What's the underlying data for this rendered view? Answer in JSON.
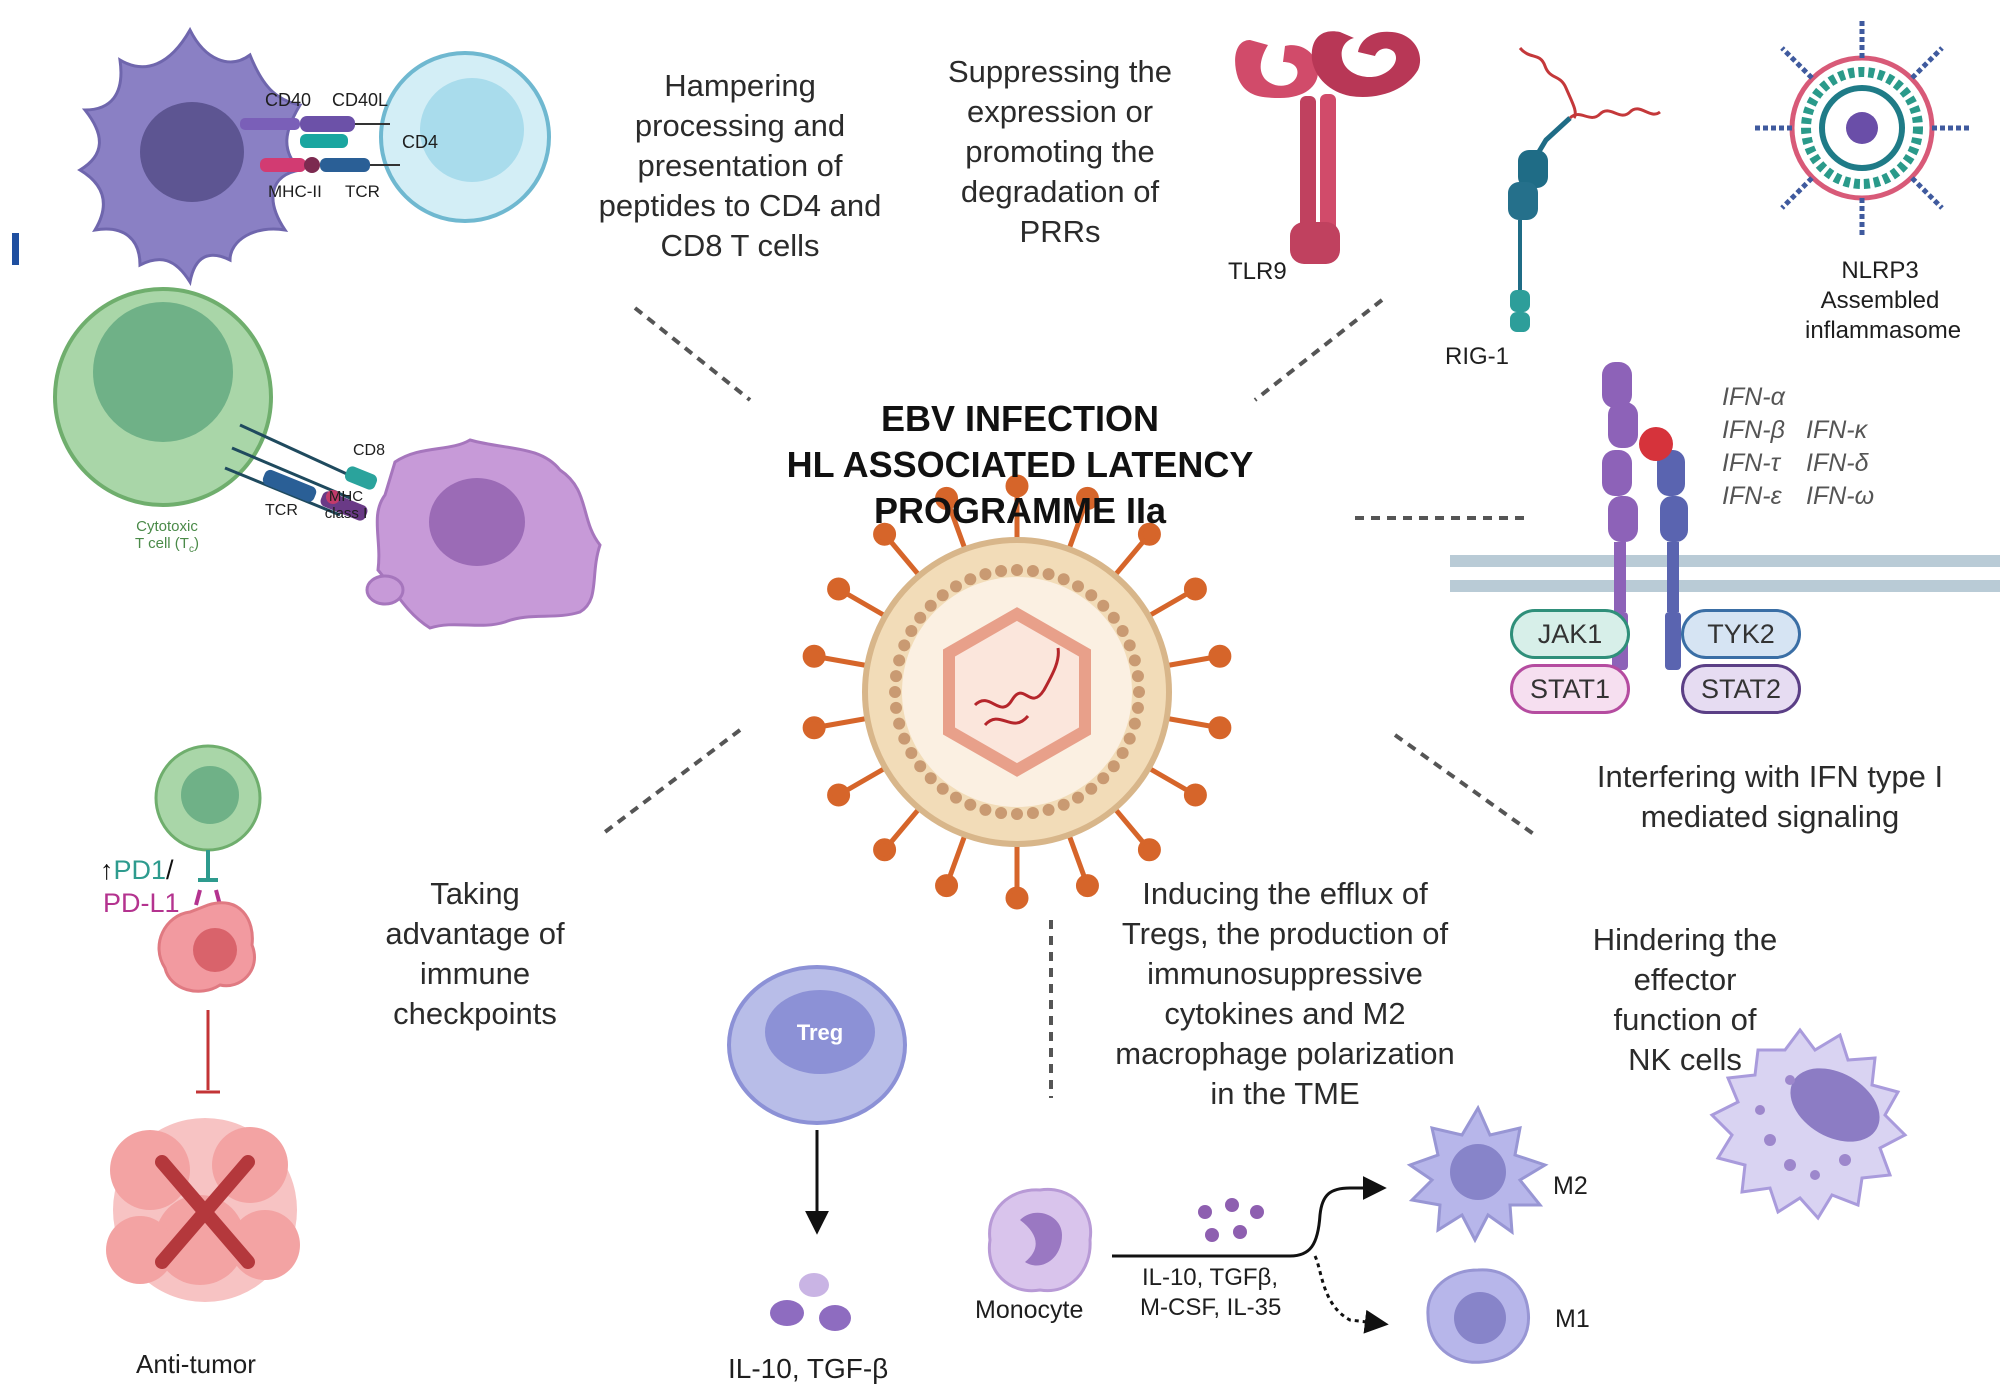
{
  "title": {
    "lines": [
      "EBV INFECTION",
      "HL ASSOCIATED LATENCY",
      "PROGRAMME IIa"
    ]
  },
  "captions": {
    "processing": [
      "Hampering",
      "processing and",
      "presentation of",
      "peptides to CD4 and",
      "CD8 T cells"
    ],
    "prr": [
      "Suppressing the",
      "expression or",
      "promoting the",
      "degradation of",
      "PRRs"
    ],
    "ifn": [
      "Interfering with IFN type I",
      "mediated signaling"
    ],
    "checkpoint": [
      "Taking",
      "advantage of",
      "immune",
      "checkpoints"
    ],
    "treg": [
      "Inducing the efflux of",
      "Tregs, the production of",
      "immunosuppressive",
      "cytokines and M2",
      "macrophage polarization",
      "in the TME"
    ],
    "nk": [
      "Hindering the",
      "effector",
      "function of",
      "NK cells"
    ]
  },
  "labels": {
    "cd40": "CD40",
    "cd40l": "CD40L",
    "cd4": "CD4",
    "mhc2": "MHC-II",
    "tcr1": "TCR",
    "cd8": "CD8",
    "tcr2": "TCR",
    "mhc1_a": "MHC",
    "mhc1_b": "class I",
    "cytotoxic_a": "Cytotoxic",
    "cytotoxic_b": "T cell (T",
    "cytotoxic_sub": "c",
    "cytotoxic_close": ")",
    "tlr9": "TLR9",
    "rig1": "RIG-1",
    "nlrp3": [
      "NLRP3",
      "Assembled",
      "inflammasome"
    ],
    "jak1": "JAK1",
    "tyk2": "TYK2",
    "stat1": "STAT1",
    "stat2": "STAT2",
    "pd1_arrow": "↑",
    "pd1": "PD1",
    "pd1_slash": "/",
    "pdl1": "PD-L1",
    "anti_tumor": "Anti-tumor",
    "treg": "Treg",
    "il10_tgfb": "IL-10, TGF-β",
    "monocyte": "Monocyte",
    "cytokines": [
      "IL-10, TGFβ,",
      "M-CSF, IL-35"
    ],
    "m2": "M2",
    "m1": "M1"
  },
  "ifn_list": [
    "IFN-α",
    "IFN-β",
    "IFN-κ",
    "IFN-τ",
    "IFN-δ",
    "IFN-ε",
    "IFN-ω"
  ],
  "colors": {
    "dendritic": "#8a80c4",
    "t_cell": "#bde4ef",
    "cytotoxic": "#a9d6a8",
    "target_cell": "#c79ad8",
    "tlr9": "#d14b6a",
    "rig1": "#1f6c86",
    "virus_spike": "#d6652a",
    "virus_capsid": "#e8a08a",
    "jak1": "#2f8f7a",
    "tyk2": "#3a6ea5",
    "stat1": "#b54ca0",
    "stat2": "#5b3f86",
    "pd1": "#2e9b8e",
    "pdl1": "#b4338f",
    "tumor": "#f3a3a3",
    "x_mark": "#b4383c",
    "treg": "#8c91d6",
    "monocyte": "#c4a6dd",
    "macrophage": "#a9a8e2",
    "nk": "#c7bfe8",
    "membrane": "#b9cbd6"
  }
}
